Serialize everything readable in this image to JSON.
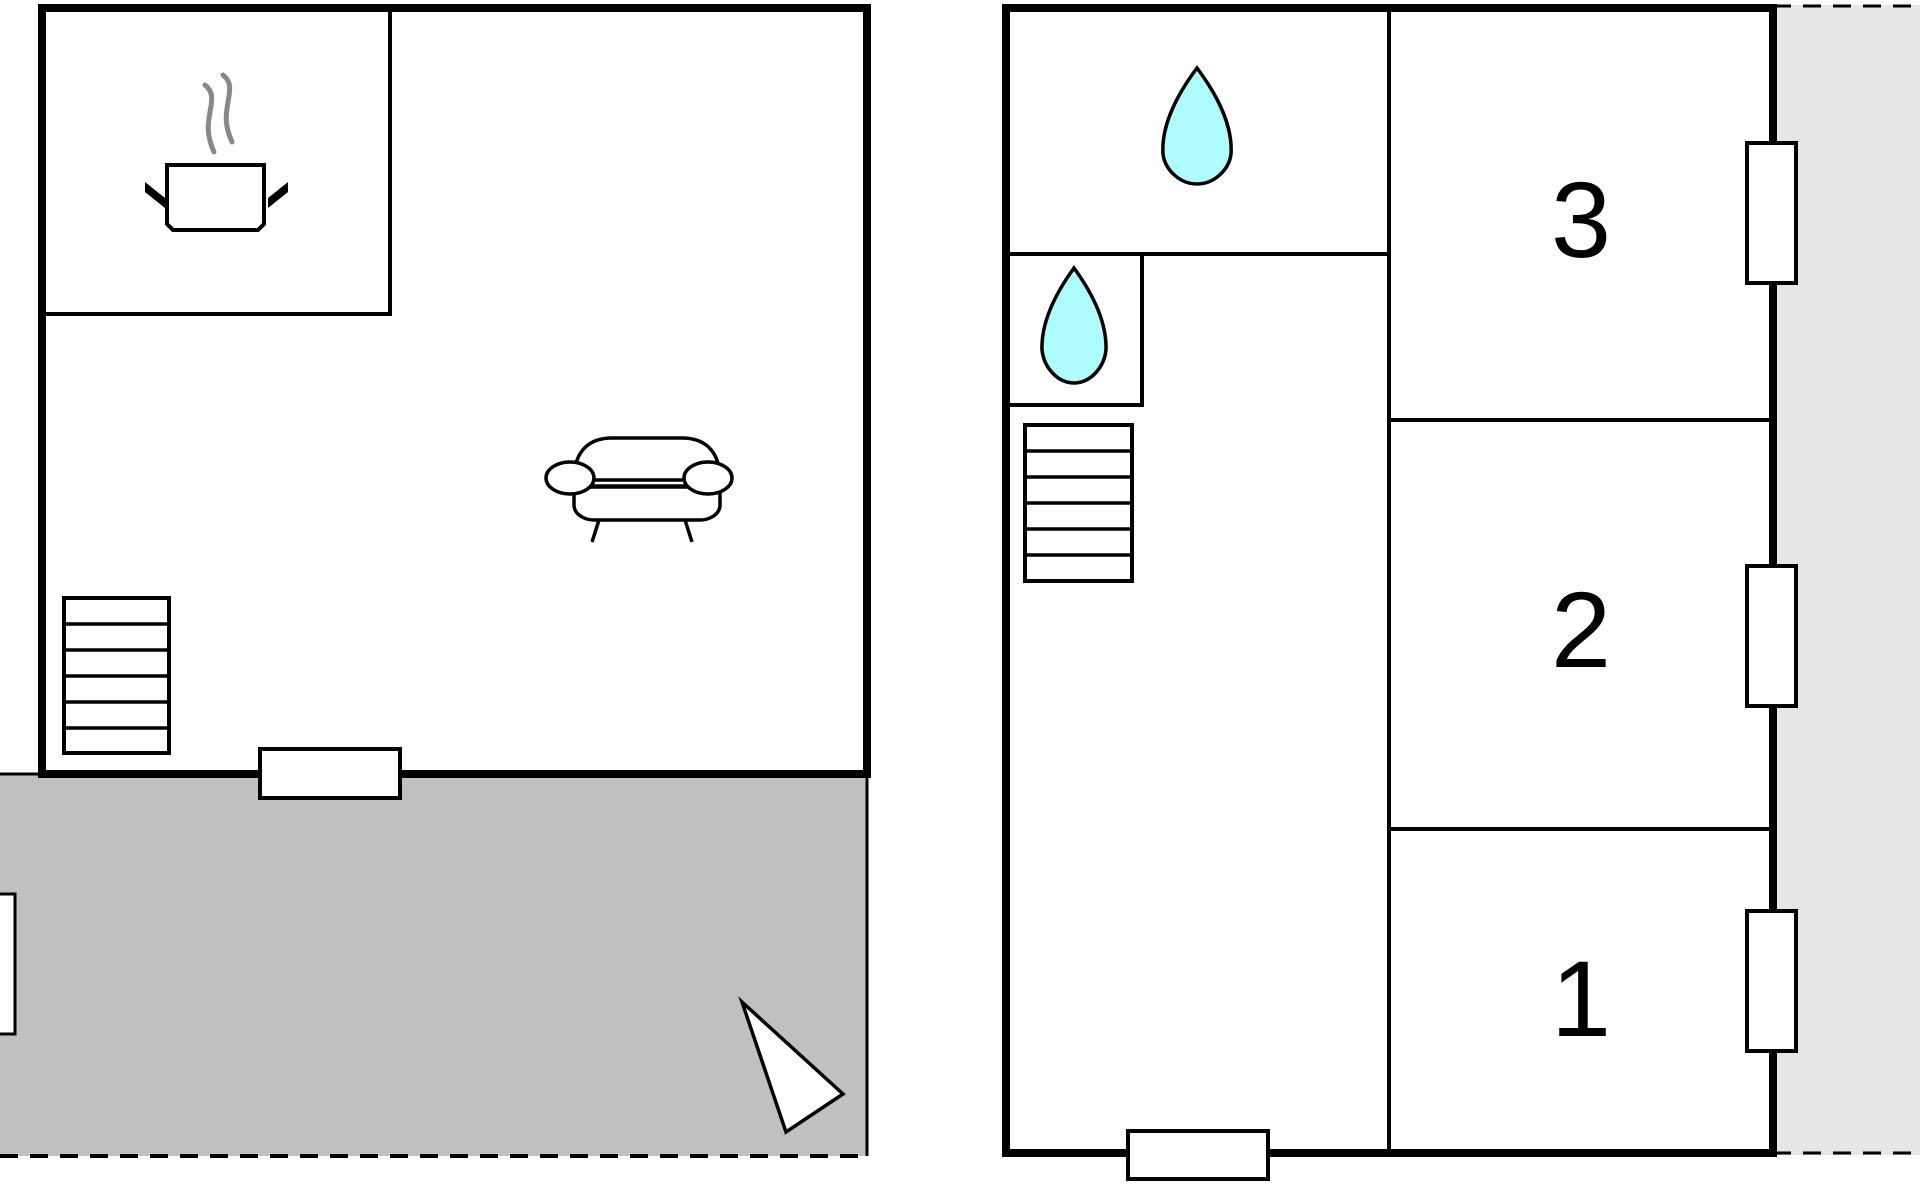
{
  "floor_plan": {
    "ground_floor": {
      "rooms": [
        {
          "id": "kitchen",
          "icon": "cooking-pot-icon"
        },
        {
          "id": "living-room",
          "icon": "sofa-icon"
        }
      ],
      "stairs": true,
      "terrace": {
        "color": "#c0c0c0"
      },
      "compass_icon": "north-arrow-icon"
    },
    "upper_floor": {
      "rooms": [
        {
          "id": "bathroom-1",
          "icon": "water-drop-icon"
        },
        {
          "id": "bathroom-2",
          "icon": "water-drop-icon"
        },
        {
          "id": "bedroom-3",
          "label": "3"
        },
        {
          "id": "bedroom-2",
          "label": "2"
        },
        {
          "id": "bedroom-1",
          "label": "1"
        }
      ],
      "stairs": true,
      "balcony": {
        "color": "#e6e6e6"
      }
    },
    "colors": {
      "wall": "#000000",
      "water_drop": "#aefcfc",
      "steam": "#888888"
    }
  }
}
